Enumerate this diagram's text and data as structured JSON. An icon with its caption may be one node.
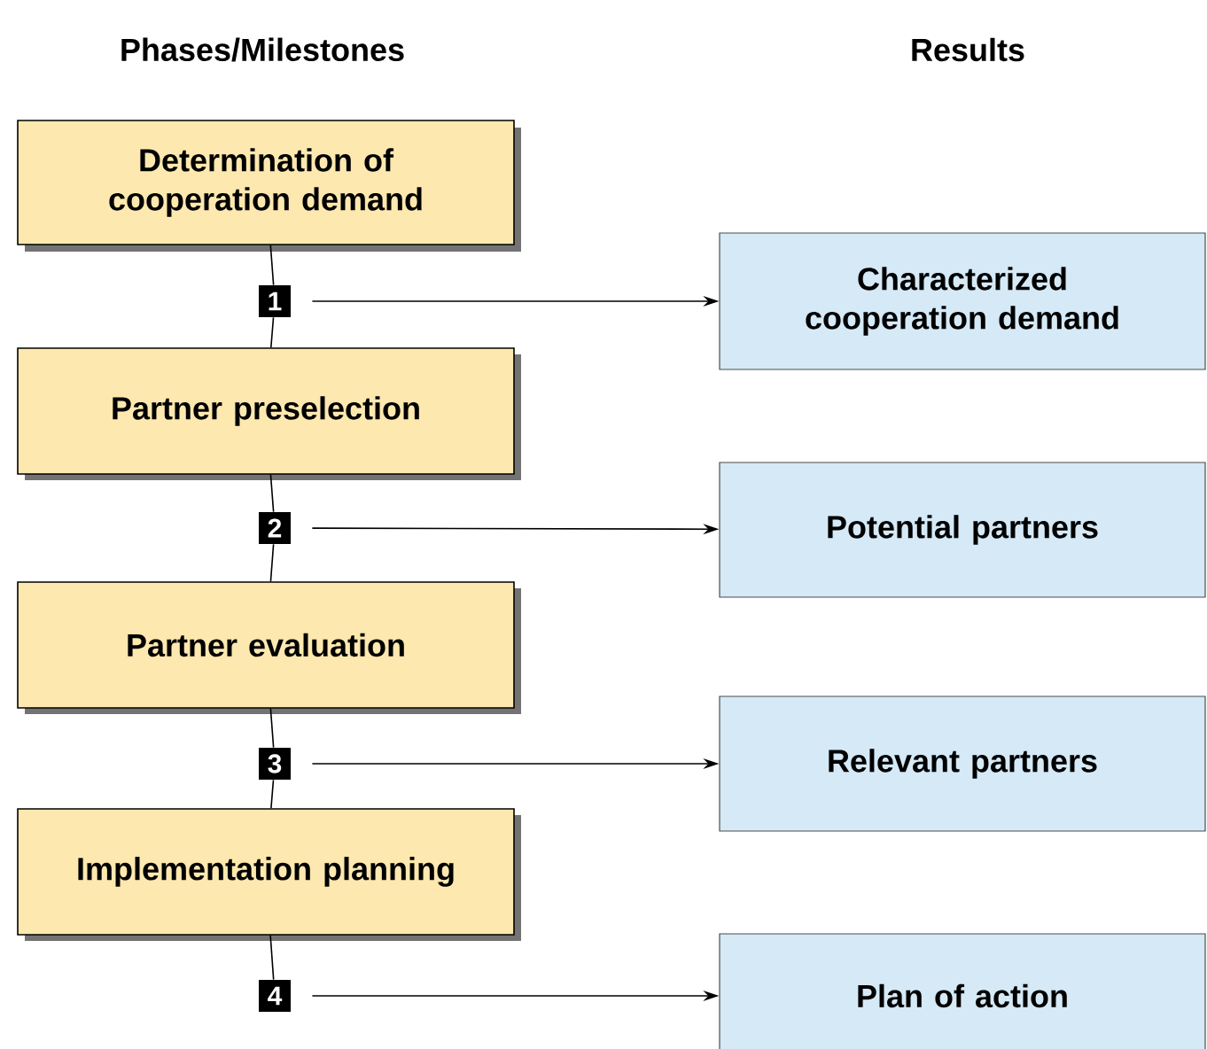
{
  "diagram": {
    "nodes": [
      {
        "text": [
          "Determination of cooperation demand"
        ]
      },
      {
        "text": [
          "1"
        ]
      },
      {
        "text": [
          "Characterized cooperation demand"
        ]
      },
      {
        "text": [
          "Partner preselection"
        ]
      },
      {
        "text": [
          "2"
        ]
      },
      {
        "text": [
          "Potential partners"
        ]
      },
      {
        "text": [
          "Partner evaluation"
        ]
      },
      {
        "text": [
          "3"
        ]
      },
      {
        "text": [
          "Relevant partners"
        ]
      },
      {
        "text": [
          "Implementation planning"
        ]
      },
      {
        "text": [
          "4"
        ]
      },
      {
        "text": [
          "Plan of action"
        ]
      }
    ],
    "edges": [
      {
        "from": 0,
        "to": 1,
        "arrow": "none"
      },
      {
        "from": 1,
        "to": 3,
        "arrow": "none"
      },
      {
        "from": 1,
        "to": 2,
        "arrow": "to"
      },
      {
        "from": 3,
        "to": 4,
        "arrow": "none"
      },
      {
        "from": 4,
        "to": 6,
        "arrow": "none"
      },
      {
        "from": 4,
        "to": 5,
        "arrow": "to"
      },
      {
        "from": 6,
        "to": 7,
        "arrow": "none"
      },
      {
        "from": 7,
        "to": 9,
        "arrow": "none"
      },
      {
        "from": 7,
        "to": 8,
        "arrow": "to"
      },
      {
        "from": 9,
        "to": 10,
        "arrow": "none"
      },
      {
        "from": 10,
        "to": 11,
        "arrow": "to"
      }
    ],
    "labels": [
      "Phases/Milestones",
      "Results"
    ]
  }
}
